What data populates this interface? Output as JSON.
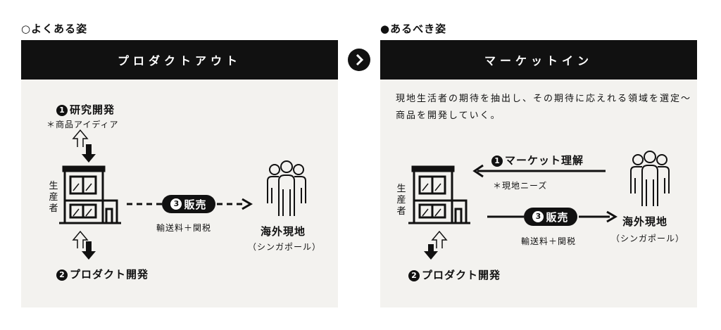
{
  "left": {
    "heading": "○よくある姿",
    "title": "プロダクトアウト",
    "step1_num": "1",
    "step1_label": "研究開発",
    "step1_note": "＊商品アイディア",
    "producer": "生産者",
    "step3_num": "3",
    "step3_label": "販売",
    "cost_note": "輸送料＋関税",
    "market": "海外現地",
    "market_sub": "（シンガポール）",
    "step2_num": "2",
    "step2_label": "プロダクト開発"
  },
  "right": {
    "heading": "●あるべき姿",
    "title": "マーケットイン",
    "description": "現地生活者の期待を抽出し、その期待に応えれる領域を選定〜商品を開発していく。",
    "step1_num": "1",
    "step1_label": "マーケット理解",
    "step1_note": "＊現地ニーズ",
    "producer": "生産者",
    "step3_num": "3",
    "step3_label": "販売",
    "cost_note": "輸送料＋関税",
    "market": "海外現地",
    "market_sub": "（シンガポール）",
    "step2_num": "2",
    "step2_label": "プロダクト開発"
  },
  "icons": [
    "building-icon",
    "people-icon",
    "chevron-right-icon",
    "up-arrow-outline-icon",
    "down-arrow-solid-icon"
  ],
  "colors": {
    "panel_bg": "#f3f2ef",
    "header_bg": "#111111",
    "ink": "#111111"
  }
}
